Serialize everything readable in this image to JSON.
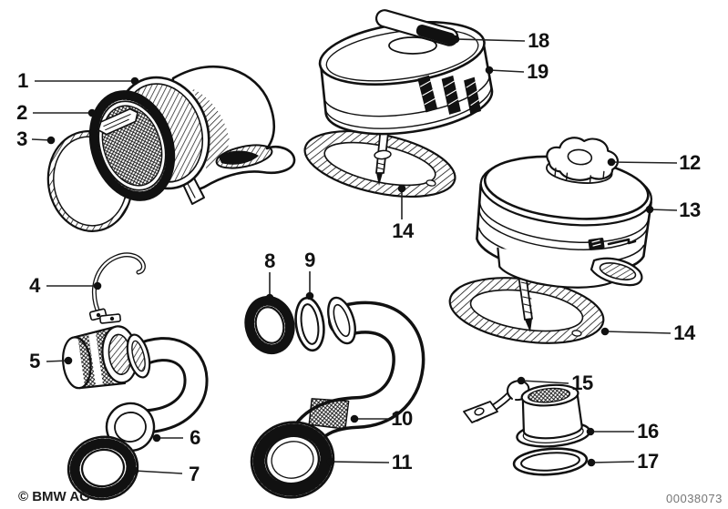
{
  "page": {
    "background": "#ffffff",
    "colors": {
      "ink": "#111111",
      "leader_line": "#222222",
      "doc_number_text": "#757575"
    }
  },
  "callouts": [
    {
      "label": "1"
    },
    {
      "label": "2"
    },
    {
      "label": "3"
    },
    {
      "label": "4"
    },
    {
      "label": "5"
    },
    {
      "label": "6"
    },
    {
      "label": "7"
    },
    {
      "label": "8"
    },
    {
      "label": "9"
    },
    {
      "label": "10"
    },
    {
      "label": "11"
    },
    {
      "label": "12"
    },
    {
      "label": "13"
    },
    {
      "label": "14"
    },
    {
      "label": "14"
    },
    {
      "label": "15"
    },
    {
      "label": "16"
    },
    {
      "label": "17"
    },
    {
      "label": "18"
    },
    {
      "label": "19"
    }
  ],
  "footer": {
    "copyright": "© BMW AG",
    "doc_number": "00038073"
  }
}
